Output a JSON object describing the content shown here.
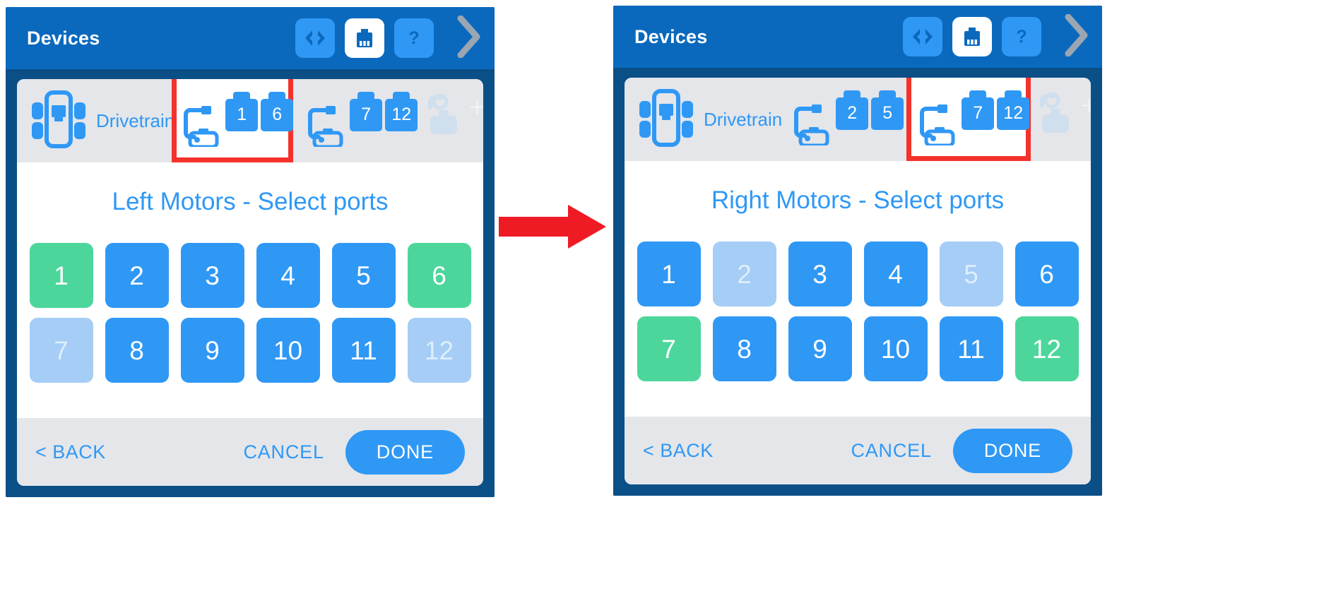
{
  "panels": [
    {
      "id": "left-motors-step",
      "appbar": {
        "title": "Devices",
        "actions": [
          {
            "icon": "code-brackets-icon",
            "label": "Code view",
            "active": false
          },
          {
            "icon": "brain-device-icon",
            "label": "Devices",
            "active": true
          },
          {
            "icon": "help-question-icon",
            "label": "Help",
            "active": false
          }
        ],
        "next_icon": "chevron-right-icon"
      },
      "device_strip": {
        "icon": "vex-brain-icon",
        "label": "Drivetrain",
        "motor_groups": [
          {
            "name": "left-motor-group",
            "ports": [
              "1",
              "6"
            ],
            "highlighted": true
          },
          {
            "name": "right-motor-group",
            "ports": [
              "7",
              "12"
            ],
            "highlighted": false
          }
        ],
        "add_button_label": "+"
      },
      "panel_title": "Left Motors - Select ports",
      "ports": [
        {
          "label": "1",
          "state": "selected",
          "highlighted": false
        },
        {
          "label": "2",
          "state": "available",
          "highlighted": true
        },
        {
          "label": "3",
          "state": "available",
          "highlighted": false
        },
        {
          "label": "4",
          "state": "available",
          "highlighted": false
        },
        {
          "label": "5",
          "state": "available",
          "highlighted": true
        },
        {
          "label": "6",
          "state": "selected",
          "highlighted": false
        },
        {
          "label": "7",
          "state": "disabled",
          "highlighted": false
        },
        {
          "label": "8",
          "state": "available",
          "highlighted": false
        },
        {
          "label": "9",
          "state": "available",
          "highlighted": false
        },
        {
          "label": "10",
          "state": "available",
          "highlighted": false
        },
        {
          "label": "11",
          "state": "available",
          "highlighted": false
        },
        {
          "label": "12",
          "state": "disabled",
          "highlighted": false
        }
      ],
      "footer": {
        "back": "< BACK",
        "cancel": "CANCEL",
        "done": "DONE"
      }
    },
    {
      "id": "right-motors-step",
      "appbar": {
        "title": "Devices",
        "actions": [
          {
            "icon": "code-brackets-icon",
            "label": "Code view",
            "active": false
          },
          {
            "icon": "brain-device-icon",
            "label": "Devices",
            "active": true
          },
          {
            "icon": "help-question-icon",
            "label": "Help",
            "active": false
          }
        ],
        "next_icon": "chevron-right-icon"
      },
      "device_strip": {
        "icon": "vex-brain-icon",
        "label": "Drivetrain",
        "motor_groups": [
          {
            "name": "left-motor-group",
            "ports": [
              "2",
              "5"
            ],
            "highlighted": false
          },
          {
            "name": "right-motor-group",
            "ports": [
              "7",
              "12"
            ],
            "highlighted": true
          }
        ],
        "add_button_label": "+"
      },
      "panel_title": "Right Motors - Select ports",
      "ports": [
        {
          "label": "1",
          "state": "available",
          "highlighted": false
        },
        {
          "label": "2",
          "state": "disabled",
          "highlighted": false
        },
        {
          "label": "3",
          "state": "available",
          "highlighted": false
        },
        {
          "label": "4",
          "state": "available",
          "highlighted": false
        },
        {
          "label": "5",
          "state": "disabled",
          "highlighted": false
        },
        {
          "label": "6",
          "state": "available",
          "highlighted": false
        },
        {
          "label": "7",
          "state": "selected",
          "highlighted": false
        },
        {
          "label": "8",
          "state": "available",
          "highlighted": true
        },
        {
          "label": "9",
          "state": "available",
          "highlighted": false
        },
        {
          "label": "10",
          "state": "available",
          "highlighted": false
        },
        {
          "label": "11",
          "state": "available",
          "highlighted": true
        },
        {
          "label": "12",
          "state": "selected",
          "highlighted": false
        }
      ],
      "footer": {
        "back": "< BACK",
        "cancel": "CANCEL",
        "done": "DONE"
      }
    }
  ],
  "annotation": {
    "arrow_icon": "red-right-arrow",
    "highlight_color": "#f4322c"
  },
  "colors": {
    "appbar": "#0a69bd",
    "device_frame": "#0b4f87",
    "accent_blue": "#2f98f5",
    "selected_green": "#4cd69c",
    "disabled_blue": "#a5cdf5",
    "strip_gray": "#e4e6ea",
    "highlight_red": "#f4322c"
  }
}
